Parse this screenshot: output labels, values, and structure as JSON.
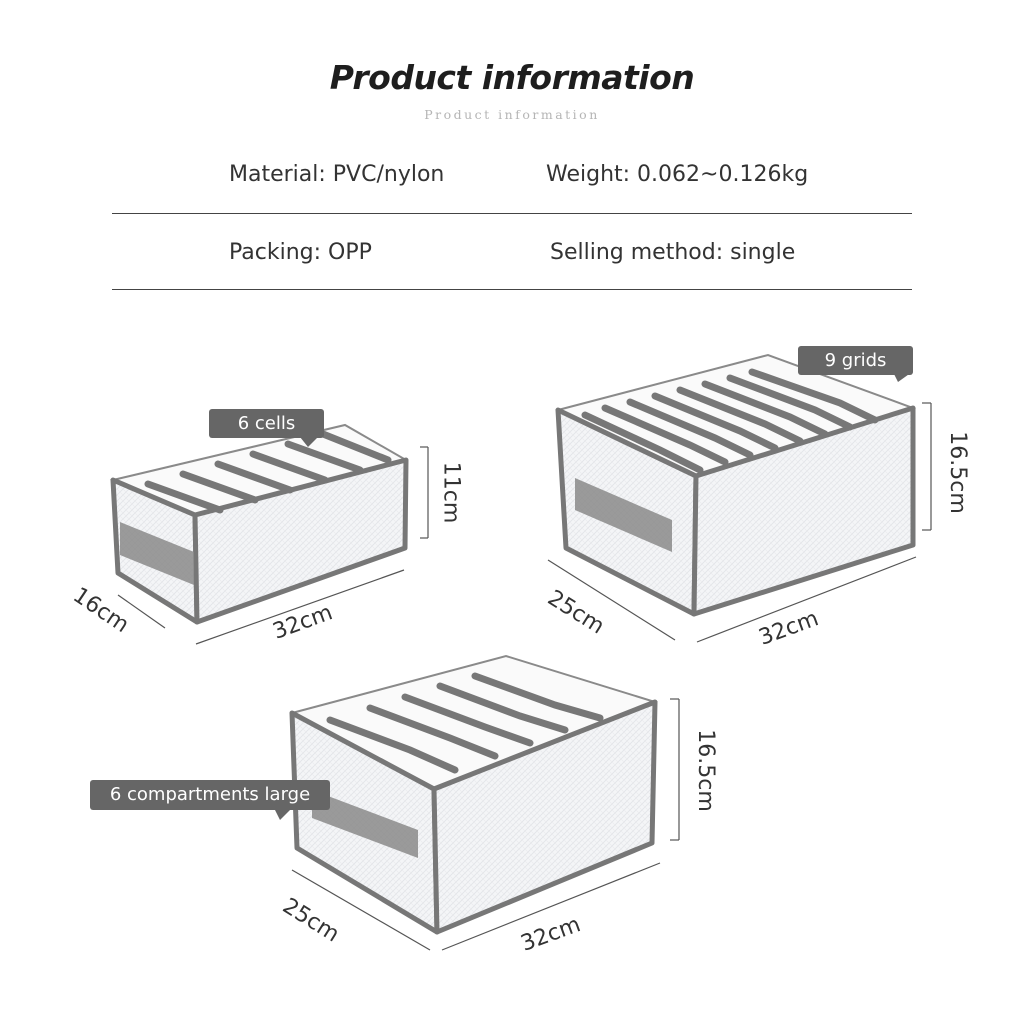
{
  "header": {
    "title": "Product information",
    "subtitle": "Product information"
  },
  "specs": {
    "material": "Material: PVC/nylon",
    "weight": "Weight: 0.062~0.126kg",
    "packing": "Packing: OPP",
    "selling_method": "Selling method: single"
  },
  "products": {
    "small": {
      "label": "6 cells",
      "depth": "16cm",
      "width": "32cm",
      "height": "11cm"
    },
    "medium": {
      "label": "9 grids",
      "depth": "25cm",
      "width": "32cm",
      "height": "16.5cm"
    },
    "large": {
      "label": "6 compartments large",
      "depth": "25cm",
      "width": "32cm",
      "height": "16.5cm"
    }
  },
  "colors": {
    "trim": "#6f6f6f",
    "tag_bg": "#666666",
    "mesh": "#f3f4f6",
    "rule": "#444444"
  }
}
